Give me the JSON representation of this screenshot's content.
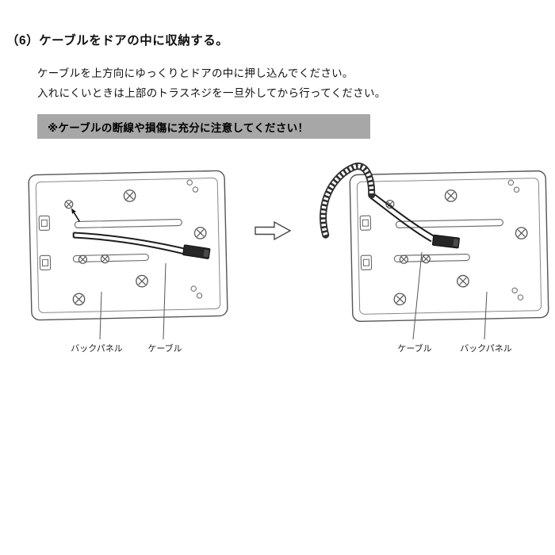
{
  "page": {
    "step_heading": "（6）ケーブルをドアの中に収納する。",
    "body_line1": "ケーブルを上方向にゆっくりとドアの中に押し込んでください。",
    "body_line2": "入れにくいときは上部のトラスネジを一旦外してから行ってください。",
    "warning": "※ケーブルの断線や損傷に充分に注意してください！"
  },
  "figures": {
    "left": {
      "label_back_panel": "バックパネル",
      "label_cable": "ケーブル"
    },
    "right": {
      "label_cable": "ケーブル",
      "label_back_panel": "バックパネル"
    }
  },
  "colors": {
    "line": "#555555",
    "cable": "#1d1d1d",
    "connector": "#262626",
    "warning_bg": "#a7a7a7",
    "text": "#111111"
  }
}
